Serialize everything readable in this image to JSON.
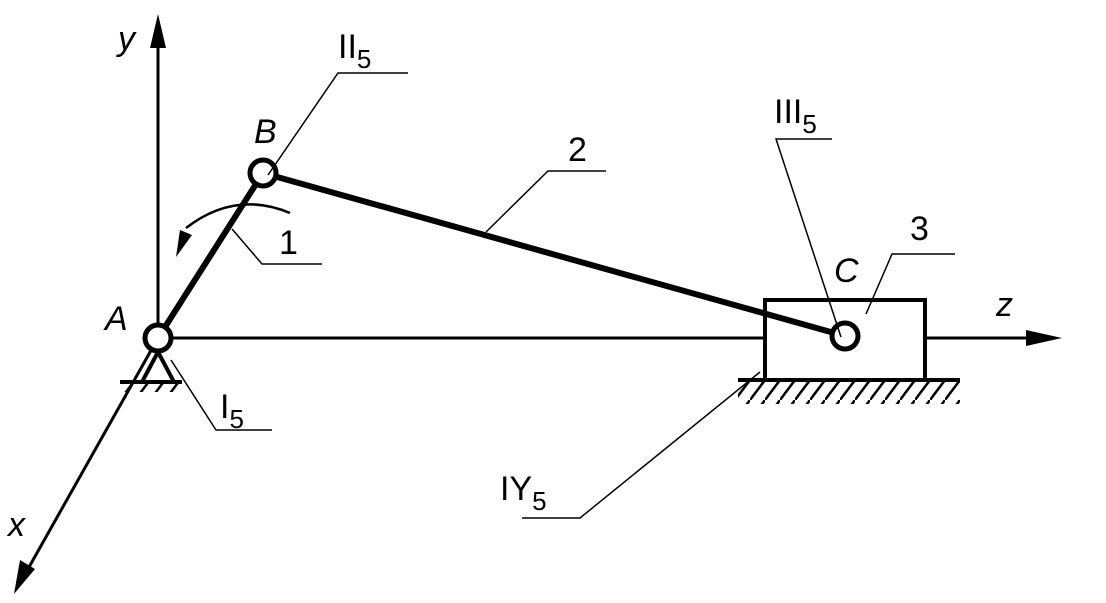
{
  "axes": {
    "x_label": "x",
    "y_label": "y",
    "z_label": "z"
  },
  "points": {
    "a": "A",
    "b": "B",
    "c": "C"
  },
  "links": {
    "crank": "1",
    "connecting_rod": "2",
    "slider": "3"
  },
  "pairs": {
    "pair_1": {
      "roman": "I",
      "sub": "5"
    },
    "pair_2": {
      "roman": "II",
      "sub": "5"
    },
    "pair_3": {
      "roman": "III",
      "sub": "5"
    },
    "pair_4": {
      "roman": "IY",
      "sub": "5"
    }
  },
  "colors": {
    "ink": "#000000",
    "background": "#ffffff"
  }
}
